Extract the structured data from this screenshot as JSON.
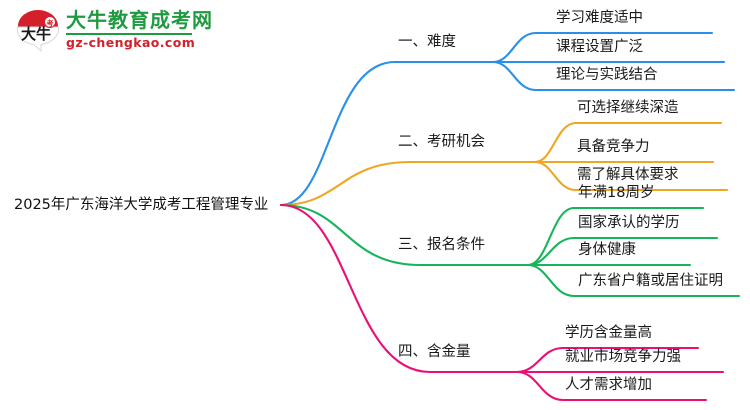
{
  "logo": {
    "mark_text": "大牛",
    "title": "大牛教育成考网",
    "subtitle": "gz-chengkao.com",
    "title_color": "#1f9b3f",
    "subtitle_color": "#d4202a",
    "mark_color": "#d4202a"
  },
  "mindmap": {
    "root": "2025年广东海洋大学成考工程管理专业",
    "branches": [
      {
        "index": "1",
        "label": "一、难度",
        "color": "#2a8fe8",
        "leaves": [
          "学习难度适中",
          "课程设置广泛",
          "理论与实践结合"
        ]
      },
      {
        "index": "2",
        "label": "二、考研机会",
        "color": "#f0a621",
        "leaves": [
          "可选择继续深造",
          "具备竞争力",
          "需了解具体要求"
        ]
      },
      {
        "index": "3",
        "label": "三、报名条件",
        "color": "#17b45c",
        "leaves": [
          "年满18周岁",
          "国家承认的学历",
          "身体健康",
          "广东省户籍或居住证明"
        ]
      },
      {
        "index": "4",
        "label": "四、含金量",
        "color": "#ec0e75",
        "leaves": [
          "学历含金量高",
          "就业市场竞争力强",
          "人才需求增加"
        ]
      }
    ]
  }
}
